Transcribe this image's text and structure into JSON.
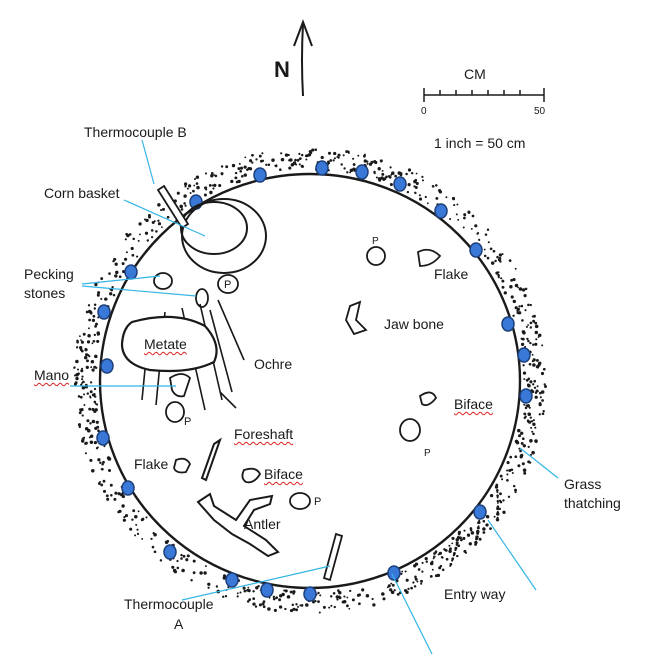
{
  "compass": {
    "north": "N"
  },
  "scale": {
    "unit": "CM",
    "start": "0",
    "end": "50",
    "ratio": "1 inch = 50 cm"
  },
  "labels": {
    "thermocouple_b": "Thermocouple  B",
    "corn_basket": "Corn basket",
    "pecking_1": "Pecking",
    "pecking_2": "stones",
    "metate": "Metate",
    "mano": "Mano",
    "ochre": "Ochre",
    "foreshaft": "Foreshaft",
    "flake_left": "Flake",
    "biface_center": "Biface",
    "antler": "Antler",
    "thermocouple_a_1": "Thermocouple",
    "thermocouple_a_2": "A",
    "flake_right": "Flake",
    "jaw_bone": "Jaw bone",
    "biface_right": "Biface",
    "grass_1": "Grass",
    "grass_2": "thatching",
    "entry_way": "Entry way",
    "post_mark": "P"
  },
  "colors": {
    "ink": "#1a1a1a",
    "post": "#3a78d8",
    "leader": "#33b5e5"
  }
}
